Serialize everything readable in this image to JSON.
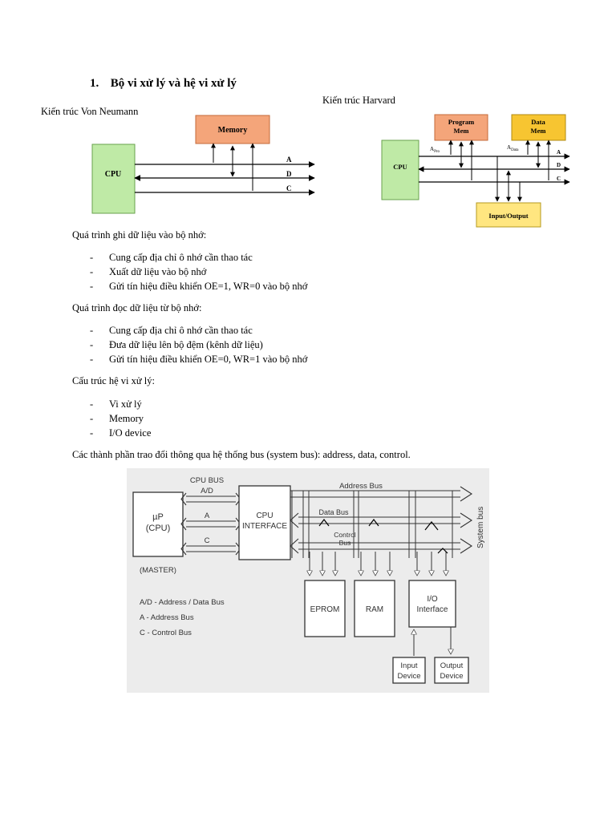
{
  "heading": {
    "number": "1.",
    "title": "Bộ vi xử lý và hệ vi xử lý"
  },
  "von_neumann": {
    "caption": "Kiến trúc Von Neumann",
    "memory": "Memory",
    "cpu": "CPU",
    "bus_a": "A",
    "bus_d": "D",
    "bus_c": "C",
    "colors": {
      "memory": "#f4a57a",
      "cpu": "#bfeaa6"
    }
  },
  "harvard": {
    "caption": "Kiến trúc Harvard",
    "program_mem_1": "Program",
    "program_mem_2": "Mem",
    "data_mem_1": "Data",
    "data_mem_2": "Mem",
    "cpu": "CPU",
    "a_pro_main": "A",
    "a_pro_sub": "Pro",
    "a_data_main": "A",
    "a_data_sub": "Data",
    "bus_a": "A",
    "bus_d": "D",
    "bus_c": "C",
    "io": "Input/Output",
    "colors": {
      "program_mem": "#f4a57a",
      "data_mem": "#f7c531",
      "cpu": "#bfeaa6",
      "io": "#ffe680"
    }
  },
  "write_process": {
    "title": "Quá trình ghi dữ liệu vào bộ nhớ:",
    "items": [
      "Cung cấp địa chỉ ô nhớ cần thao tác",
      "Xuất dữ liệu vào bộ nhớ",
      "Gửi tín hiệu điều khiển OE=1, WR=0 vào bộ nhớ"
    ]
  },
  "read_process": {
    "title": "Quá trình đọc dữ liệu từ bộ nhớ:",
    "items": [
      "Cung cấp địa chỉ ô nhớ cần thao tác",
      "Đưa dữ liệu lên bộ đệm (kênh dữ liệu)",
      "Gửi tín hiệu điều khiển OE=0, WR=1 vào bộ nhớ"
    ]
  },
  "structure": {
    "title": "Cấu trúc hệ vi xử lý:",
    "items": [
      "Vi xử lý",
      "Memory",
      "I/O device"
    ]
  },
  "bus_sentence": "Các thành phần trao đổi thông qua hệ thống bus (system bus): address, data, control.",
  "system_bus": {
    "cpu_bus": "CPU BUS",
    "ad": "A/D",
    "a": "A",
    "c": "C",
    "up_1": "µP",
    "up_2": "(CPU)",
    "master": "(MASTER)",
    "cpu_interface_1": "CPU",
    "cpu_interface_2": "INTERFACE",
    "address_bus": "Address Bus",
    "data_bus": "Data Bus",
    "control_bus_1": "Control",
    "control_bus_2": "Bus",
    "system_bus": "System bus",
    "eprom": "EPROM",
    "ram": "RAM",
    "io_1": "I/O",
    "io_2": "Interface",
    "input_1": "Input",
    "input_2": "Device",
    "output_1": "Output",
    "output_2": "Device",
    "legend": [
      "A/D - Address / Data Bus",
      "A - Address Bus",
      "C - Control Bus"
    ]
  }
}
